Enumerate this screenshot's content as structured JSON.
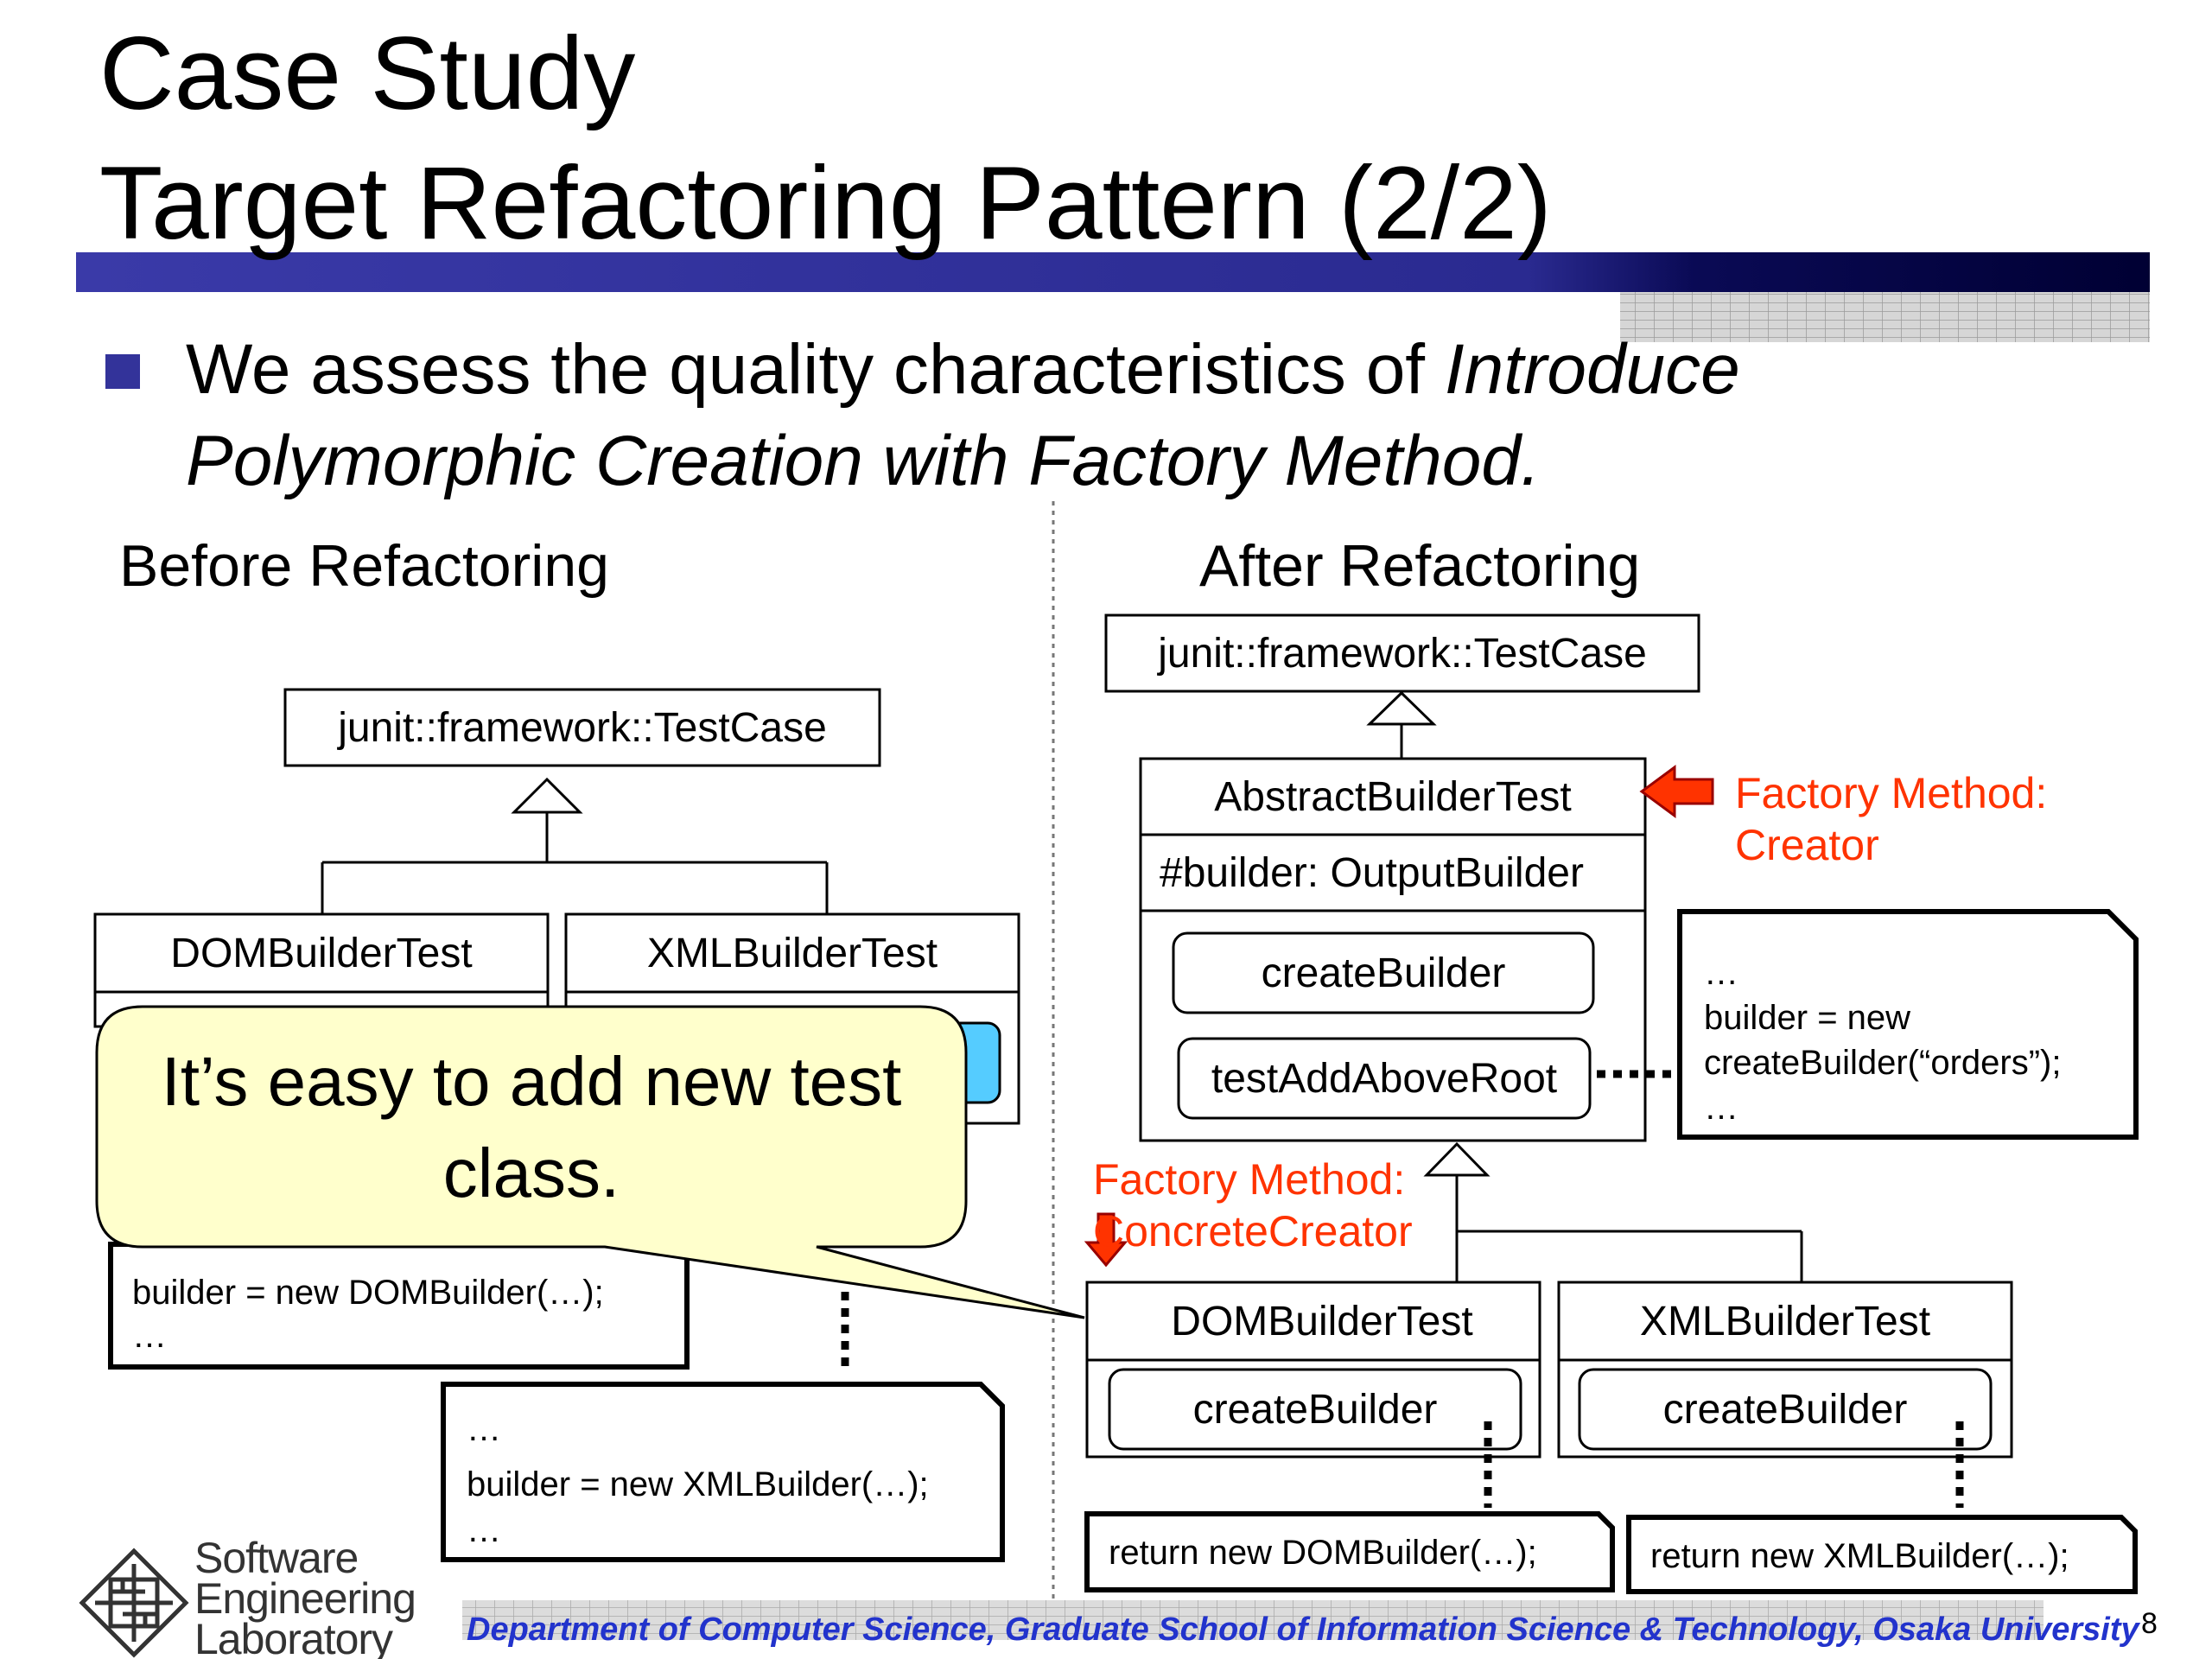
{
  "title": {
    "line1": "Case Study",
    "line2": "Target Refactoring Pattern (2/2)"
  },
  "bullet": {
    "text_prefix": "We assess the quality characteristics of ",
    "text_italic": "Introduce Polymorphic Creation with Factory Method."
  },
  "before": {
    "heading": "Before Refactoring",
    "base_class": "junit::framework::TestCase",
    "class_dom": "DOMBuilderTest",
    "class_xml": "XMLBuilderTest",
    "note_dom": {
      "line1": "builder = new DOMBuilder(…);",
      "line2": "…"
    },
    "note_xml": {
      "line1": "…",
      "line2": "builder = new XMLBuilder(…);",
      "line3": "…"
    }
  },
  "after": {
    "heading": "After Refactoring",
    "base_class": "junit::framework::TestCase",
    "abstract_class": "AbstractBuilderTest",
    "abstract_attr": "#builder: OutputBuilder",
    "method_create": "createBuilder",
    "method_test": "testAddAboveRoot",
    "note_creator": {
      "line1": "…",
      "line2": "builder = new",
      "line3": "createBuilder(“orders”);",
      "line4": "…"
    },
    "label_creator": {
      "line1": "Factory Method:",
      "line2": "Creator"
    },
    "label_concrete": {
      "line1": "Factory Method:",
      "line2": "ConcreteCreator"
    },
    "class_dom": "DOMBuilderTest",
    "class_xml": "XMLBuilderTest",
    "dom_method": "createBuilder",
    "xml_method": "createBuilder",
    "return_dom": "return new DOMBuilder(…);",
    "return_xml": "return new XMLBuilder(…);"
  },
  "callout": {
    "text": "It’s easy to add new test class."
  },
  "logo": {
    "line1": "Software",
    "line2": "Engineering",
    "line3": "Laboratory"
  },
  "footer": {
    "text": "Department of Computer Science, Graduate School of Information Science & Technology, Osaka University",
    "page": "8"
  },
  "colors": {
    "accent_bar": "#3333a0",
    "accent_dark": "#000033",
    "annotation_red": "#ff3300",
    "callout_fill": "#ffffcc",
    "method_highlight": "#55ccff"
  }
}
